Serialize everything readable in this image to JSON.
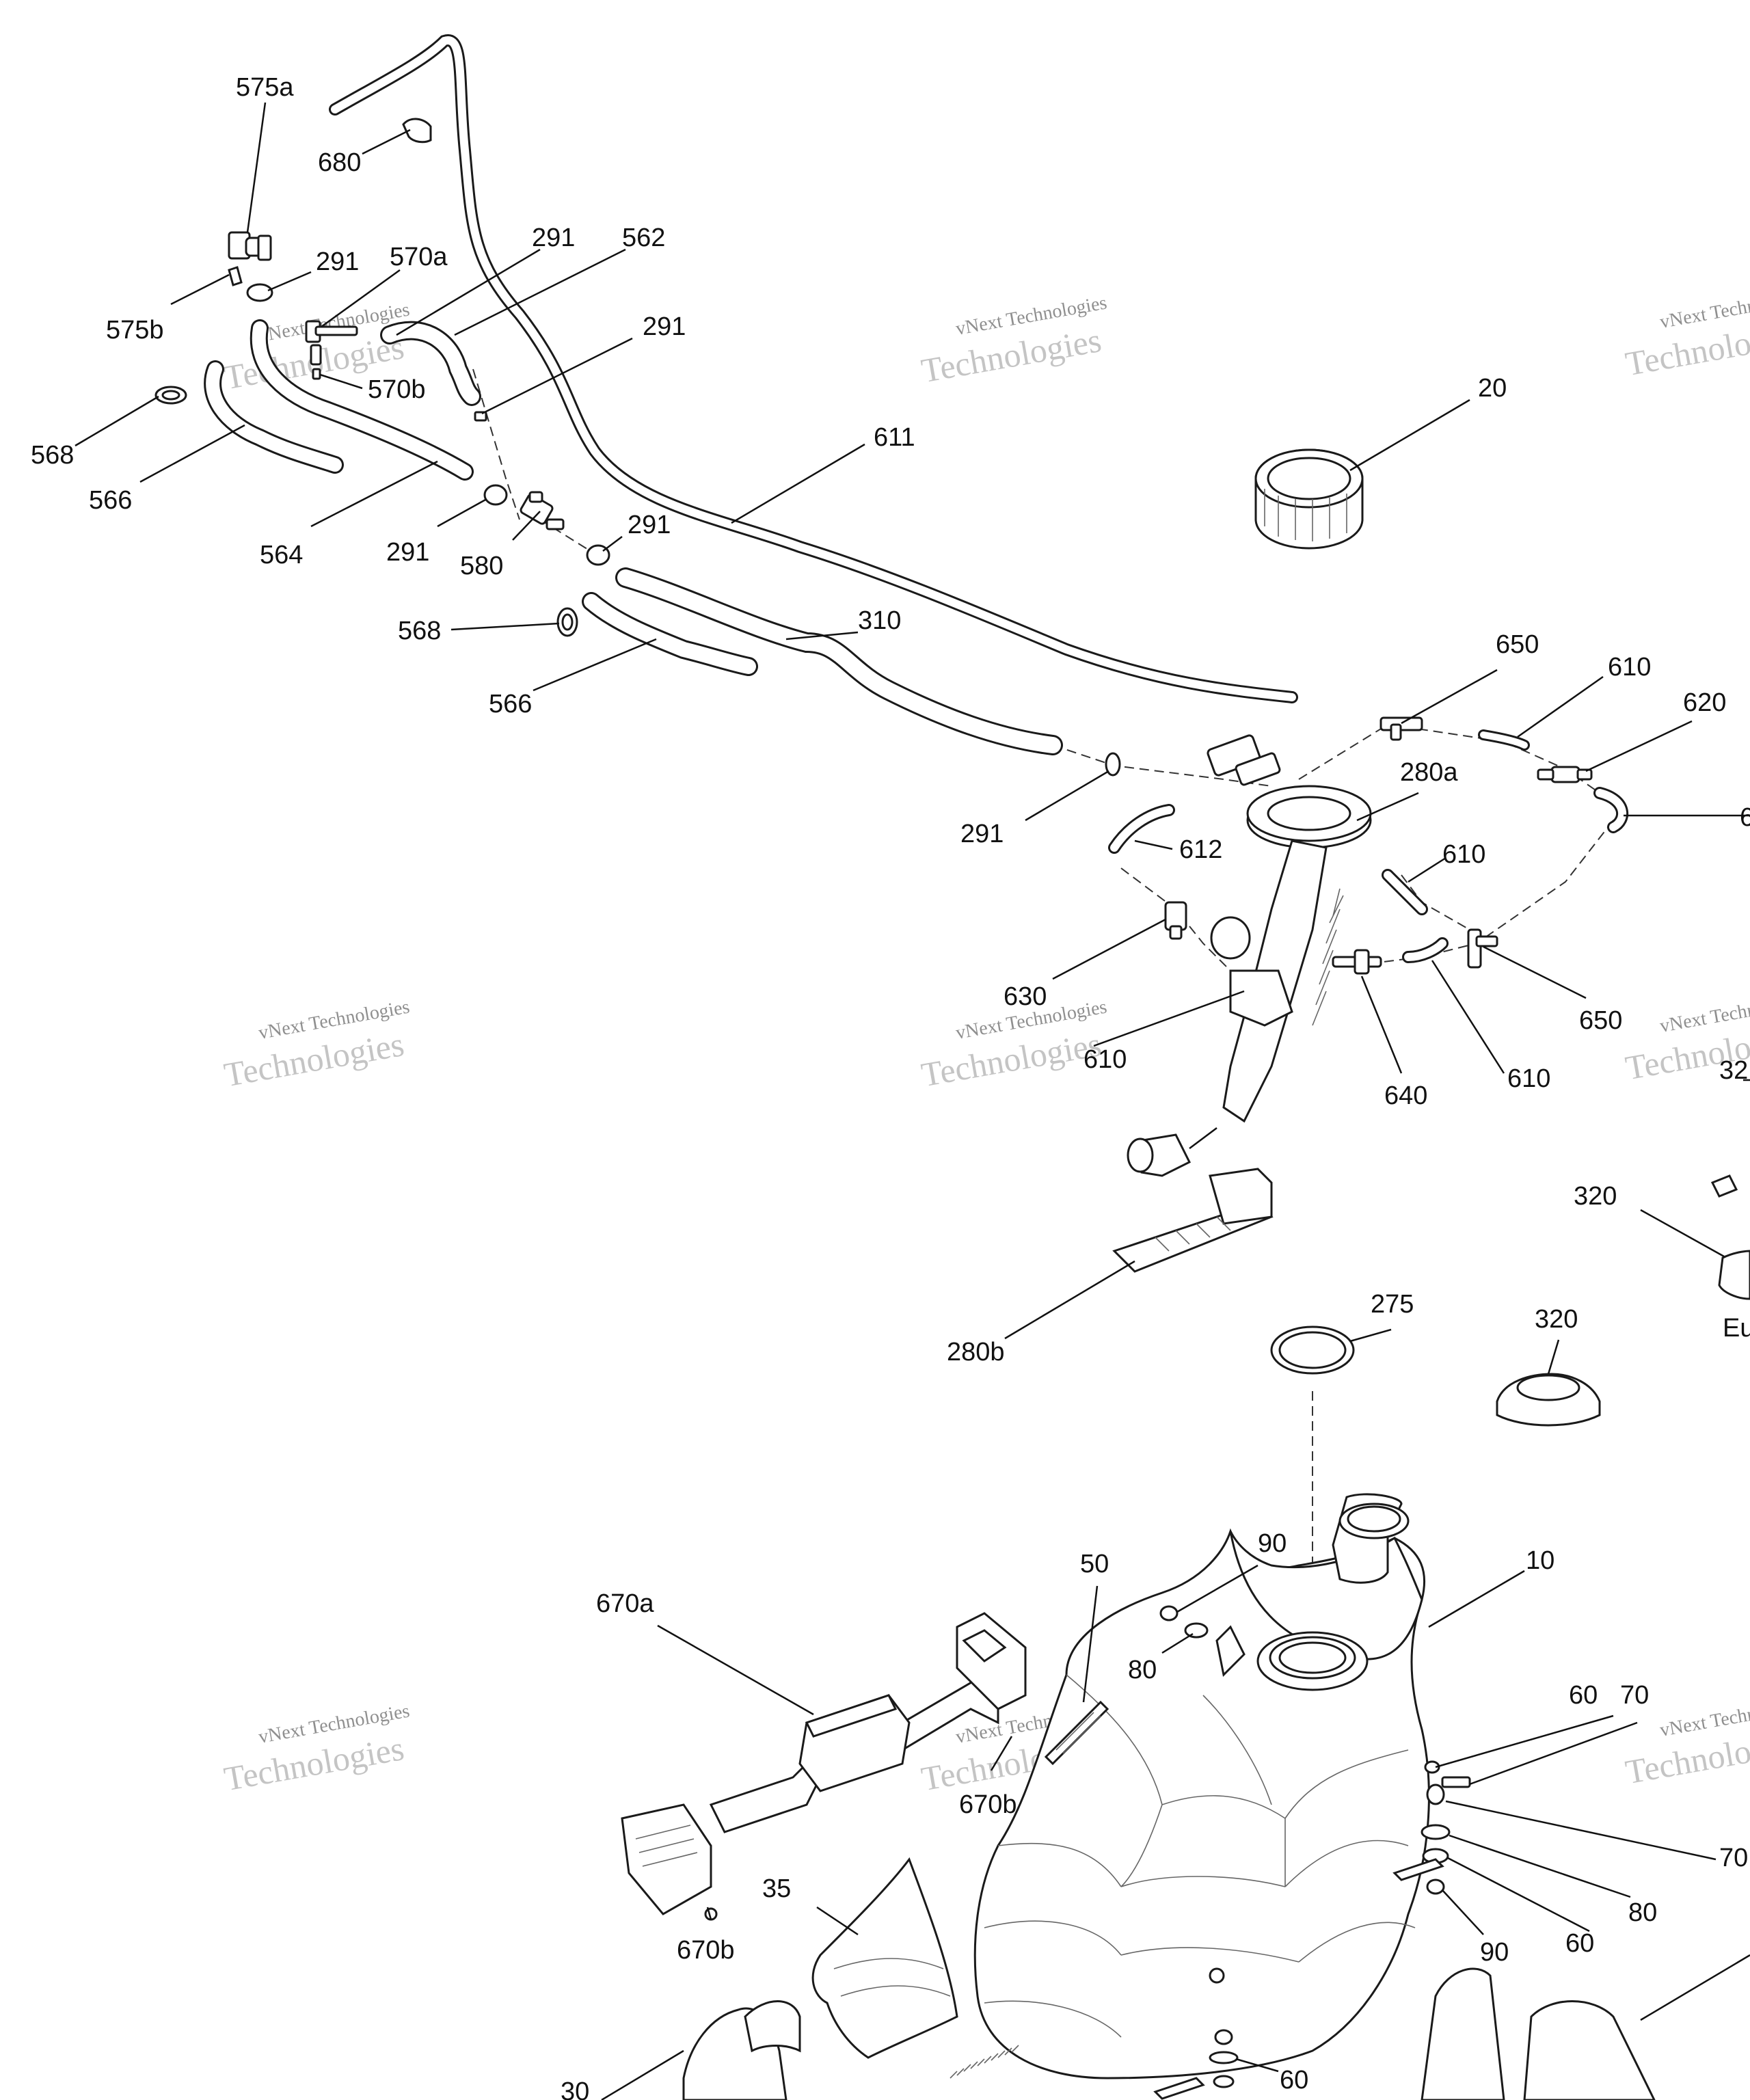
{
  "callouts": [
    {
      "id": "c575a",
      "text": "575a"
    },
    {
      "id": "c680",
      "text": "680"
    },
    {
      "id": "c291a",
      "text": "291"
    },
    {
      "id": "c570a",
      "text": "570a"
    },
    {
      "id": "c291b",
      "text": "291"
    },
    {
      "id": "c562",
      "text": "562"
    },
    {
      "id": "c575b",
      "text": "575b"
    },
    {
      "id": "c291c",
      "text": "291"
    },
    {
      "id": "c570b",
      "text": "570b"
    },
    {
      "id": "c568a",
      "text": "568"
    },
    {
      "id": "c566a",
      "text": "566"
    },
    {
      "id": "c564",
      "text": "564"
    },
    {
      "id": "c291d",
      "text": "291"
    },
    {
      "id": "c580",
      "text": "580"
    },
    {
      "id": "c291e",
      "text": "291"
    },
    {
      "id": "c611",
      "text": "611"
    },
    {
      "id": "c20",
      "text": "20"
    },
    {
      "id": "c568b",
      "text": "568"
    },
    {
      "id": "c310",
      "text": "310"
    },
    {
      "id": "c566b",
      "text": "566"
    },
    {
      "id": "c650a",
      "text": "650"
    },
    {
      "id": "c610a",
      "text": "610"
    },
    {
      "id": "c620",
      "text": "620"
    },
    {
      "id": "c6x",
      "text": "6"
    },
    {
      "id": "c280a",
      "text": "280a"
    },
    {
      "id": "c291f",
      "text": "291"
    },
    {
      "id": "c612",
      "text": "612"
    },
    {
      "id": "c610b",
      "text": "610"
    },
    {
      "id": "c630",
      "text": "630"
    },
    {
      "id": "c610c",
      "text": "610"
    },
    {
      "id": "c650b",
      "text": "650"
    },
    {
      "id": "c640",
      "text": "640"
    },
    {
      "id": "c610d",
      "text": "610"
    },
    {
      "id": "c32",
      "text": "32"
    },
    {
      "id": "c320a",
      "text": "320"
    },
    {
      "id": "cEu",
      "text": "Eu"
    },
    {
      "id": "c275",
      "text": "275"
    },
    {
      "id": "c320b",
      "text": "320"
    },
    {
      "id": "c280b",
      "text": "280b"
    },
    {
      "id": "c90a",
      "text": "90"
    },
    {
      "id": "c10",
      "text": "10"
    },
    {
      "id": "c50",
      "text": "50"
    },
    {
      "id": "c670a",
      "text": "670a"
    },
    {
      "id": "c80a",
      "text": "80"
    },
    {
      "id": "c60a",
      "text": "60"
    },
    {
      "id": "c70a",
      "text": "70"
    },
    {
      "id": "c670b1",
      "text": "670b"
    },
    {
      "id": "c70b",
      "text": "70"
    },
    {
      "id": "c35",
      "text": "35"
    },
    {
      "id": "c80b",
      "text": "80"
    },
    {
      "id": "c60b",
      "text": "60"
    },
    {
      "id": "c670b2",
      "text": "670b"
    },
    {
      "id": "c90b",
      "text": "90"
    },
    {
      "id": "c60c",
      "text": "60"
    },
    {
      "id": "c30",
      "text": "30"
    }
  ],
  "watermark": {
    "line1": "vNext Technologies",
    "line2": "Technologies"
  }
}
